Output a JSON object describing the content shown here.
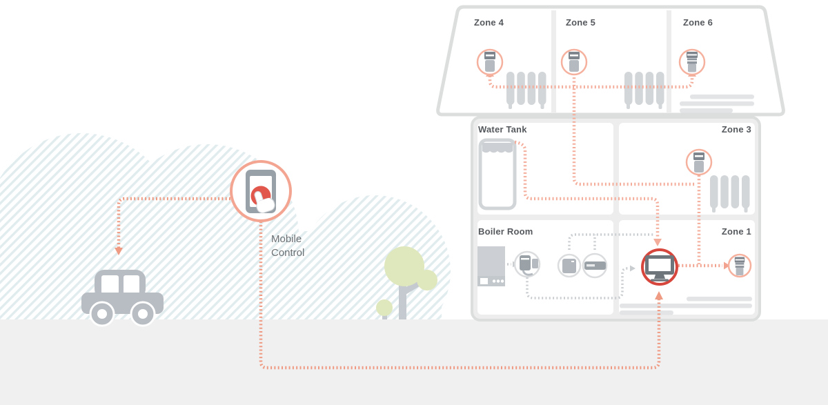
{
  "scene": {
    "type": "smart-heating-system-diagram",
    "mobile": {
      "label": "Mobile Control"
    },
    "rooms": [
      {
        "id": "zone-4",
        "label": "Zone 4",
        "devices": [
          "radiator-thermostat",
          "radiator"
        ]
      },
      {
        "id": "zone-5",
        "label": "Zone 5",
        "devices": [
          "radiator-thermostat",
          "radiator"
        ]
      },
      {
        "id": "zone-6",
        "label": "Zone 6",
        "devices": [
          "radiator-thermostat",
          "underfloor-heating"
        ]
      },
      {
        "id": "water-tank",
        "label": "Water Tank",
        "devices": [
          "hot-water-cylinder"
        ]
      },
      {
        "id": "zone-3",
        "label": "Zone 3",
        "devices": [
          "radiator-thermostat",
          "radiator"
        ]
      },
      {
        "id": "boiler-room",
        "label": "Boiler Room",
        "devices": [
          "boiler",
          "boiler-receiver",
          "wireless-module",
          "internet-hub"
        ]
      },
      {
        "id": "zone-1",
        "label": "Zone 1",
        "devices": [
          "control-display",
          "radiator-thermostat",
          "underfloor-heating"
        ]
      }
    ],
    "colors": {
      "accent_salmon": "#ef9a82",
      "accent_salmon_light": "#f4ad9a",
      "accent_red": "#d7463c",
      "button_red": "#e2574c",
      "line_gray": "#c9cdd0",
      "device_gray_dark": "#8f969d",
      "device_gray": "#b4bac0",
      "radiator_gray": "#d3d6d9",
      "coil_gray": "#e2e4e6",
      "wall_gray": "#ededed",
      "outline_gray": "#dcdddd",
      "ground_gray": "#f0f0f1",
      "cloud_stripe": "#e1ecef",
      "tree_green": "#dfe7bc",
      "trunk_gray": "#c5cad0",
      "car_gray": "#b7bdc3",
      "label_text": "#55595d"
    }
  }
}
